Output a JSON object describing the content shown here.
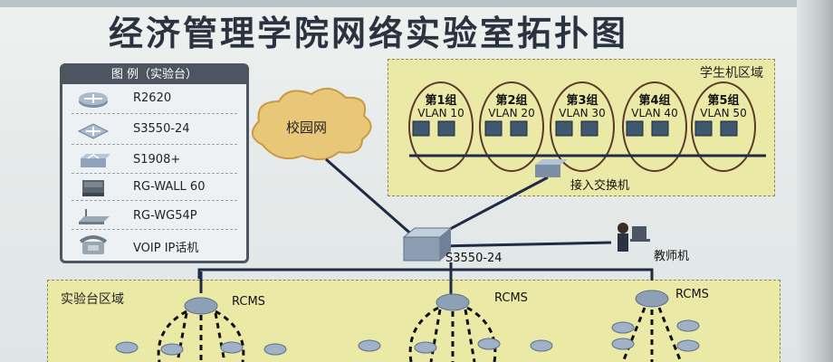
{
  "title": "经济管理学院网络实验室拓扑图",
  "legend": {
    "heading": "图  例（实验台）",
    "items": [
      {
        "icon": "router-icon",
        "label": "R2620"
      },
      {
        "icon": "switch-icon",
        "label": "S3550-24"
      },
      {
        "icon": "hub-icon",
        "label": "S1908+"
      },
      {
        "icon": "firewall-icon",
        "label": "RG-WALL 60"
      },
      {
        "icon": "wireless-ap-icon",
        "label": "RG-WG54P"
      },
      {
        "icon": "ip-phone-icon",
        "label": "VOIP IP话机"
      }
    ]
  },
  "cloud": {
    "label": "校园网"
  },
  "student_area": {
    "title": "学生机区域",
    "groups": [
      {
        "name": "第1组",
        "vlan": "VLAN 10"
      },
      {
        "name": "第2组",
        "vlan": "VLAN 20"
      },
      {
        "name": "第3组",
        "vlan": "VLAN 30"
      },
      {
        "name": "第4组",
        "vlan": "VLAN 40"
      },
      {
        "name": "第5组",
        "vlan": "VLAN 50"
      }
    ],
    "access_switch_label": "接入交换机"
  },
  "core": {
    "label": "S3550-24"
  },
  "teacher": {
    "label": "教师机"
  },
  "lab_area": {
    "title": "实验台区域",
    "rcms_labels": [
      "RCMS",
      "RCMS",
      "RCMS"
    ]
  },
  "colors": {
    "area_fill": "#ebe9a6",
    "legend_border": "#4d5660",
    "link": "#1f2a44"
  }
}
